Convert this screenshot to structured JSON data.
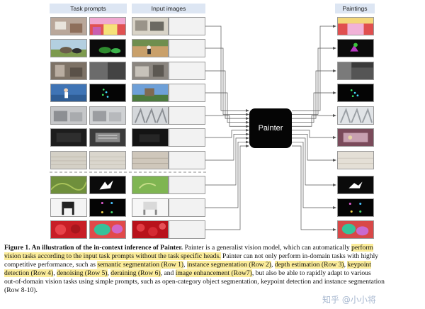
{
  "figure": {
    "headers": {
      "task_prompts": "Task prompts",
      "input_images": "Input images",
      "paintings": "Paintings"
    },
    "model_label": "Painter",
    "rows": [
      {
        "task": "semantic segmentation"
      },
      {
        "task": "instance segmentation"
      },
      {
        "task": "depth estimation"
      },
      {
        "task": "keypoint detection"
      },
      {
        "task": "denoising"
      },
      {
        "task": "deraining"
      },
      {
        "task": "image enhancement"
      },
      {
        "task": "open-category object segmentation"
      },
      {
        "task": "keypoint detection"
      },
      {
        "task": "instance segmentation"
      }
    ]
  },
  "caption": {
    "line1_bold": "Figure 1. An illustration of the in-context inference of Painter.",
    "line1_text": " Painter is a generalist vision model, which can automatically ",
    "line1_mark": "perform",
    "line2_mark": "vision tasks according to the input task prompts without the task specific heads.",
    "line2_text": " Painter can not only perform in-domain tasks with highly",
    "line3_a": "competitive performance, such as ",
    "line3_mark1": "semantic segmentation (Row 1)",
    "line3_b": ", ",
    "line3_mark2": "instance segmentation (Row 2)",
    "line3_c": ", ",
    "line3_mark3": "depth estimation (Row 3)",
    "line3_d": ", ",
    "line3_mark4": "keypoint",
    "line4_mark1": "detection (Row 4)",
    "line4_a": ", ",
    "line4_mark2": "denoising (Row 5)",
    "line4_b": ", ",
    "line4_mark3": "deraining (Row 6)",
    "line4_c": ", and ",
    "line4_mark4": "image enhancement (Row7)",
    "line4_d": ", but also be able to rapidly adapt to various",
    "line5": "out-of-domain vision tasks using simple prompts, such as open-category object segmentation, keypoint detection and instance segmentation",
    "line6": "(Row 8-10)."
  },
  "watermark": "知乎 @小小将"
}
